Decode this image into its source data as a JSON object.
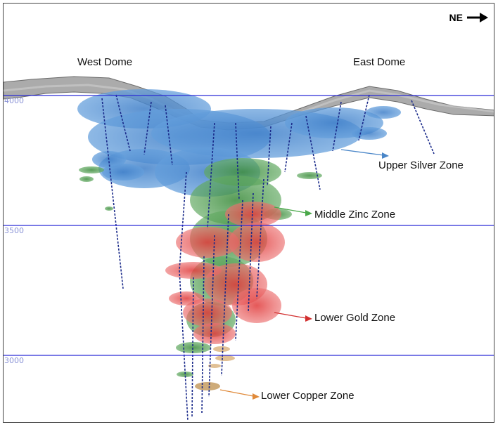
{
  "north_arrow": {
    "label": "NE",
    "icon": "right-arrow-icon"
  },
  "domes": {
    "west": "West Dome",
    "east": "East Dome"
  },
  "elevations": [
    "4000",
    "3500",
    "3000"
  ],
  "zones": {
    "upper_silver": {
      "label": "Upper Silver Zone",
      "color": "#4a86c8"
    },
    "middle_zinc": {
      "label": "Middle Zinc Zone",
      "color": "#4aa84a"
    },
    "lower_gold": {
      "label": "Lower Gold Zone",
      "color": "#d23030"
    },
    "lower_copper": {
      "label": "Lower Copper Zone",
      "color": "#e08a3a"
    }
  },
  "colors": {
    "elevation_line": "#2b2bd6",
    "topography": "#9a9a9a",
    "drillhole": "#1a2a8a"
  }
}
